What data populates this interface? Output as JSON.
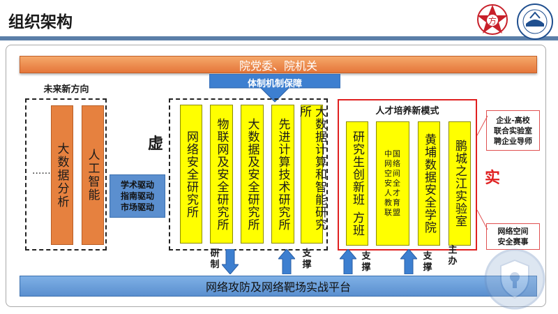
{
  "header": {
    "title": "组织架构"
  },
  "top_bar": {
    "label": "院党委、院机关"
  },
  "institution_arrow": {
    "label": "体制机制保障"
  },
  "future": {
    "title": "未来新方向",
    "ellipsis": "......",
    "items": [
      "大数据分析",
      "人工智能"
    ]
  },
  "drivers": {
    "lines": [
      "学术驱动",
      "指南驱动",
      "市场驱动"
    ]
  },
  "virtual_label": "虚",
  "real_label": "实",
  "institutes": [
    "网络安全研究所",
    "物联网及安全研究所",
    "大数据及安全研究所",
    "先进计算技术研究所",
    "大数据计算和智能研究所"
  ],
  "talent": {
    "title": "人才培养新模式",
    "items": {
      "class_a": "研究生创新班",
      "class_b": "方班",
      "alliance": [
        "中国",
        "网络",
        "空间",
        "安全",
        "人才",
        "教育",
        "联盟"
      ],
      "academy": "黄埔数据安全学院",
      "lab_a": "鹏城",
      "lab_b": "之江实验室"
    }
  },
  "enterprise": {
    "lines": [
      "企业-高校",
      "联合实验室",
      "聘企业导师"
    ]
  },
  "competition": {
    "lines": [
      "网络空间",
      "安全赛事"
    ]
  },
  "platform": {
    "label": "网络攻防及网络靶场实战平台"
  },
  "arrow_labels": {
    "research": "研制",
    "support_1": "支撑",
    "support_2": "支撑",
    "support_3": "支撑",
    "host": "主办"
  },
  "colors": {
    "orange": "#e6813f",
    "yellow": "#ffff00",
    "blue": "#5b8fcf",
    "red": "#e02020"
  },
  "icons": [
    "red-star-logo-icon",
    "school-emblem-icon",
    "security-shield-watermark-icon"
  ]
}
